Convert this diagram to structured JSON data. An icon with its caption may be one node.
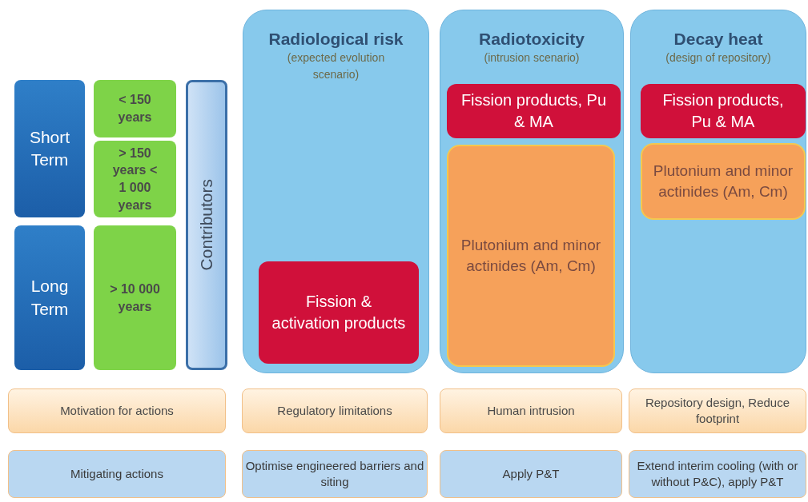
{
  "diagram": {
    "nodes": [
      {
        "text": [
          "Short Term"
        ]
      },
      {
        "text": [
          "< 150 years"
        ]
      },
      {
        "text": [
          "> 150 years < 1 000 years"
        ]
      },
      {
        "text": [
          "Long Term"
        ]
      },
      {
        "text": [
          "> 10 000 years"
        ]
      },
      {
        "text": [
          "Contributors"
        ]
      },
      {
        "text": [
          "Radiological risk",
          "(expected evolution scenario)"
        ]
      },
      {
        "text": [
          "Fission & activation products"
        ],
        "in": 6
      },
      {
        "text": [
          "Radiotoxicity",
          "(intrusion scenario)"
        ]
      },
      {
        "text": [
          "Fission products, Pu & MA"
        ],
        "in": 8
      },
      {
        "text": [
          "Plutonium and minor actinides (Am, Cm)"
        ],
        "in": 8
      },
      {
        "text": [
          "Decay heat",
          "(design of repository)"
        ]
      },
      {
        "text": [
          "Fission products, Pu & MA"
        ],
        "in": 11
      },
      {
        "text": [
          "Plutonium and minor actinides (Am, Cm)"
        ],
        "in": 11
      },
      {
        "text": [
          "Motivation for actions"
        ]
      },
      {
        "text": [
          "Regulatory limitations"
        ]
      },
      {
        "text": [
          "Human intrusion"
        ]
      },
      {
        "text": [
          "Repository design, Reduce footprint"
        ]
      },
      {
        "text": [
          "Mitigating actions"
        ]
      },
      {
        "text": [
          "Optimise engineered barriers and siting"
        ]
      },
      {
        "text": [
          "Apply P&T"
        ]
      },
      {
        "text": [
          "Extend interim cooling (with or without P&C), apply P&T"
        ]
      }
    ]
  }
}
